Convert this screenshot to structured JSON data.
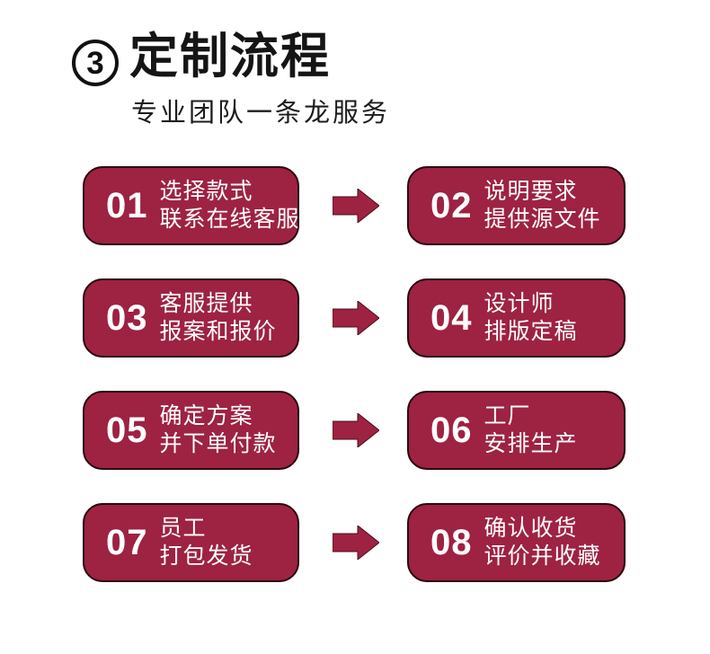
{
  "header": {
    "badge_number": "3",
    "title": "定制流程",
    "subtitle": "专业团队一条龙服务"
  },
  "steps": [
    {
      "number": "01",
      "line1": "选择款式",
      "line2": "联系在线客服"
    },
    {
      "number": "02",
      "line1": "说明要求",
      "line2": "提供源文件"
    },
    {
      "number": "03",
      "line1": "客服提供",
      "line2": "报案和报价"
    },
    {
      "number": "04",
      "line1": "设计师",
      "line2": "排版定稿"
    },
    {
      "number": "05",
      "line1": "确定方案",
      "line2": "并下单付款"
    },
    {
      "number": "06",
      "line1": "工厂",
      "line2": "安排生产"
    },
    {
      "number": "07",
      "line1": "员工",
      "line2": "打包发货"
    },
    {
      "number": "08",
      "line1": "确认收货",
      "line2": "评价并收藏"
    }
  ],
  "colors": {
    "box_fill": "#9e2242",
    "box_border": "#2a050f",
    "arrow_fill": "#9e2242",
    "text_on_box": "#ffffff",
    "title_color": "#151515",
    "background": "#ffffff"
  }
}
